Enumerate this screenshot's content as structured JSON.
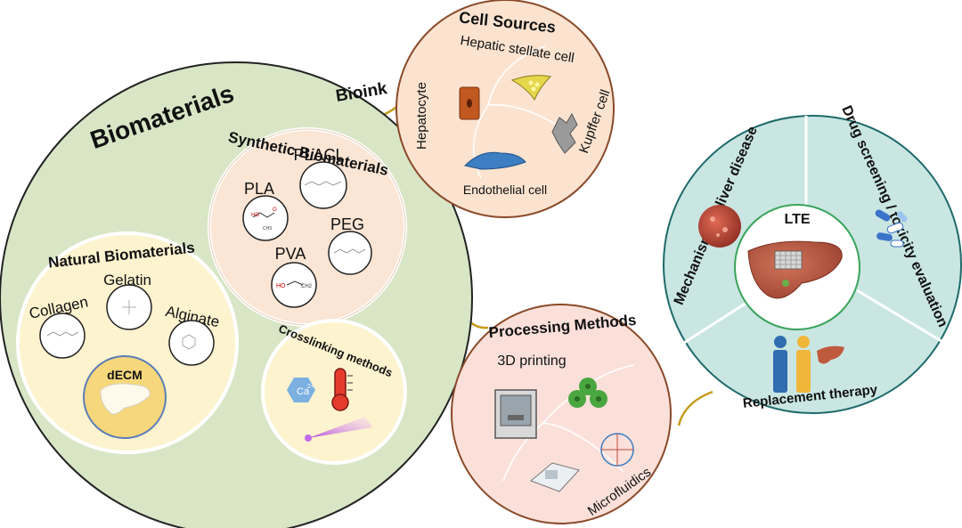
{
  "biomaterials": {
    "title": "Biomaterials",
    "synthetic": {
      "title": "Synthetic Biomaterials",
      "items": [
        "PLA",
        "PLACL",
        "PEG",
        "PVA"
      ]
    },
    "natural": {
      "title": "Natural Biomaterials",
      "items": [
        "Collagen",
        "Gelatin",
        "Alginate",
        "dECM"
      ]
    },
    "crosslinking": {
      "title": "Crosslinking methods",
      "ion_label": "Ca",
      "ion_charge": "2+"
    }
  },
  "bioink_label": "Bioink",
  "cell_sources": {
    "title": "Cell Sources",
    "items": [
      "Hepatic stellate cell",
      "Hepatocyte",
      "Kupffer cell",
      "Endothelial cell"
    ]
  },
  "processing": {
    "title": "Processing Methods",
    "items": [
      "3D printing",
      "Microfluidics"
    ]
  },
  "lte": {
    "center": "LTE",
    "sectors": [
      "Mechanisms of liver disease",
      "Drug screening / toxicity evaluation",
      "Replacement therapy"
    ]
  },
  "colors": {
    "biomaterials_fill": "#d8e6c6",
    "synthetic_fill": "#fbe5d4",
    "natural_fill": "#fdf3cf",
    "cell_sources_fill": "#fbe3d0",
    "processing_fill": "#fbe0da",
    "lte_fill": "#c9e6e2",
    "connector": "#c49a1a",
    "liver": "#b5533c"
  }
}
